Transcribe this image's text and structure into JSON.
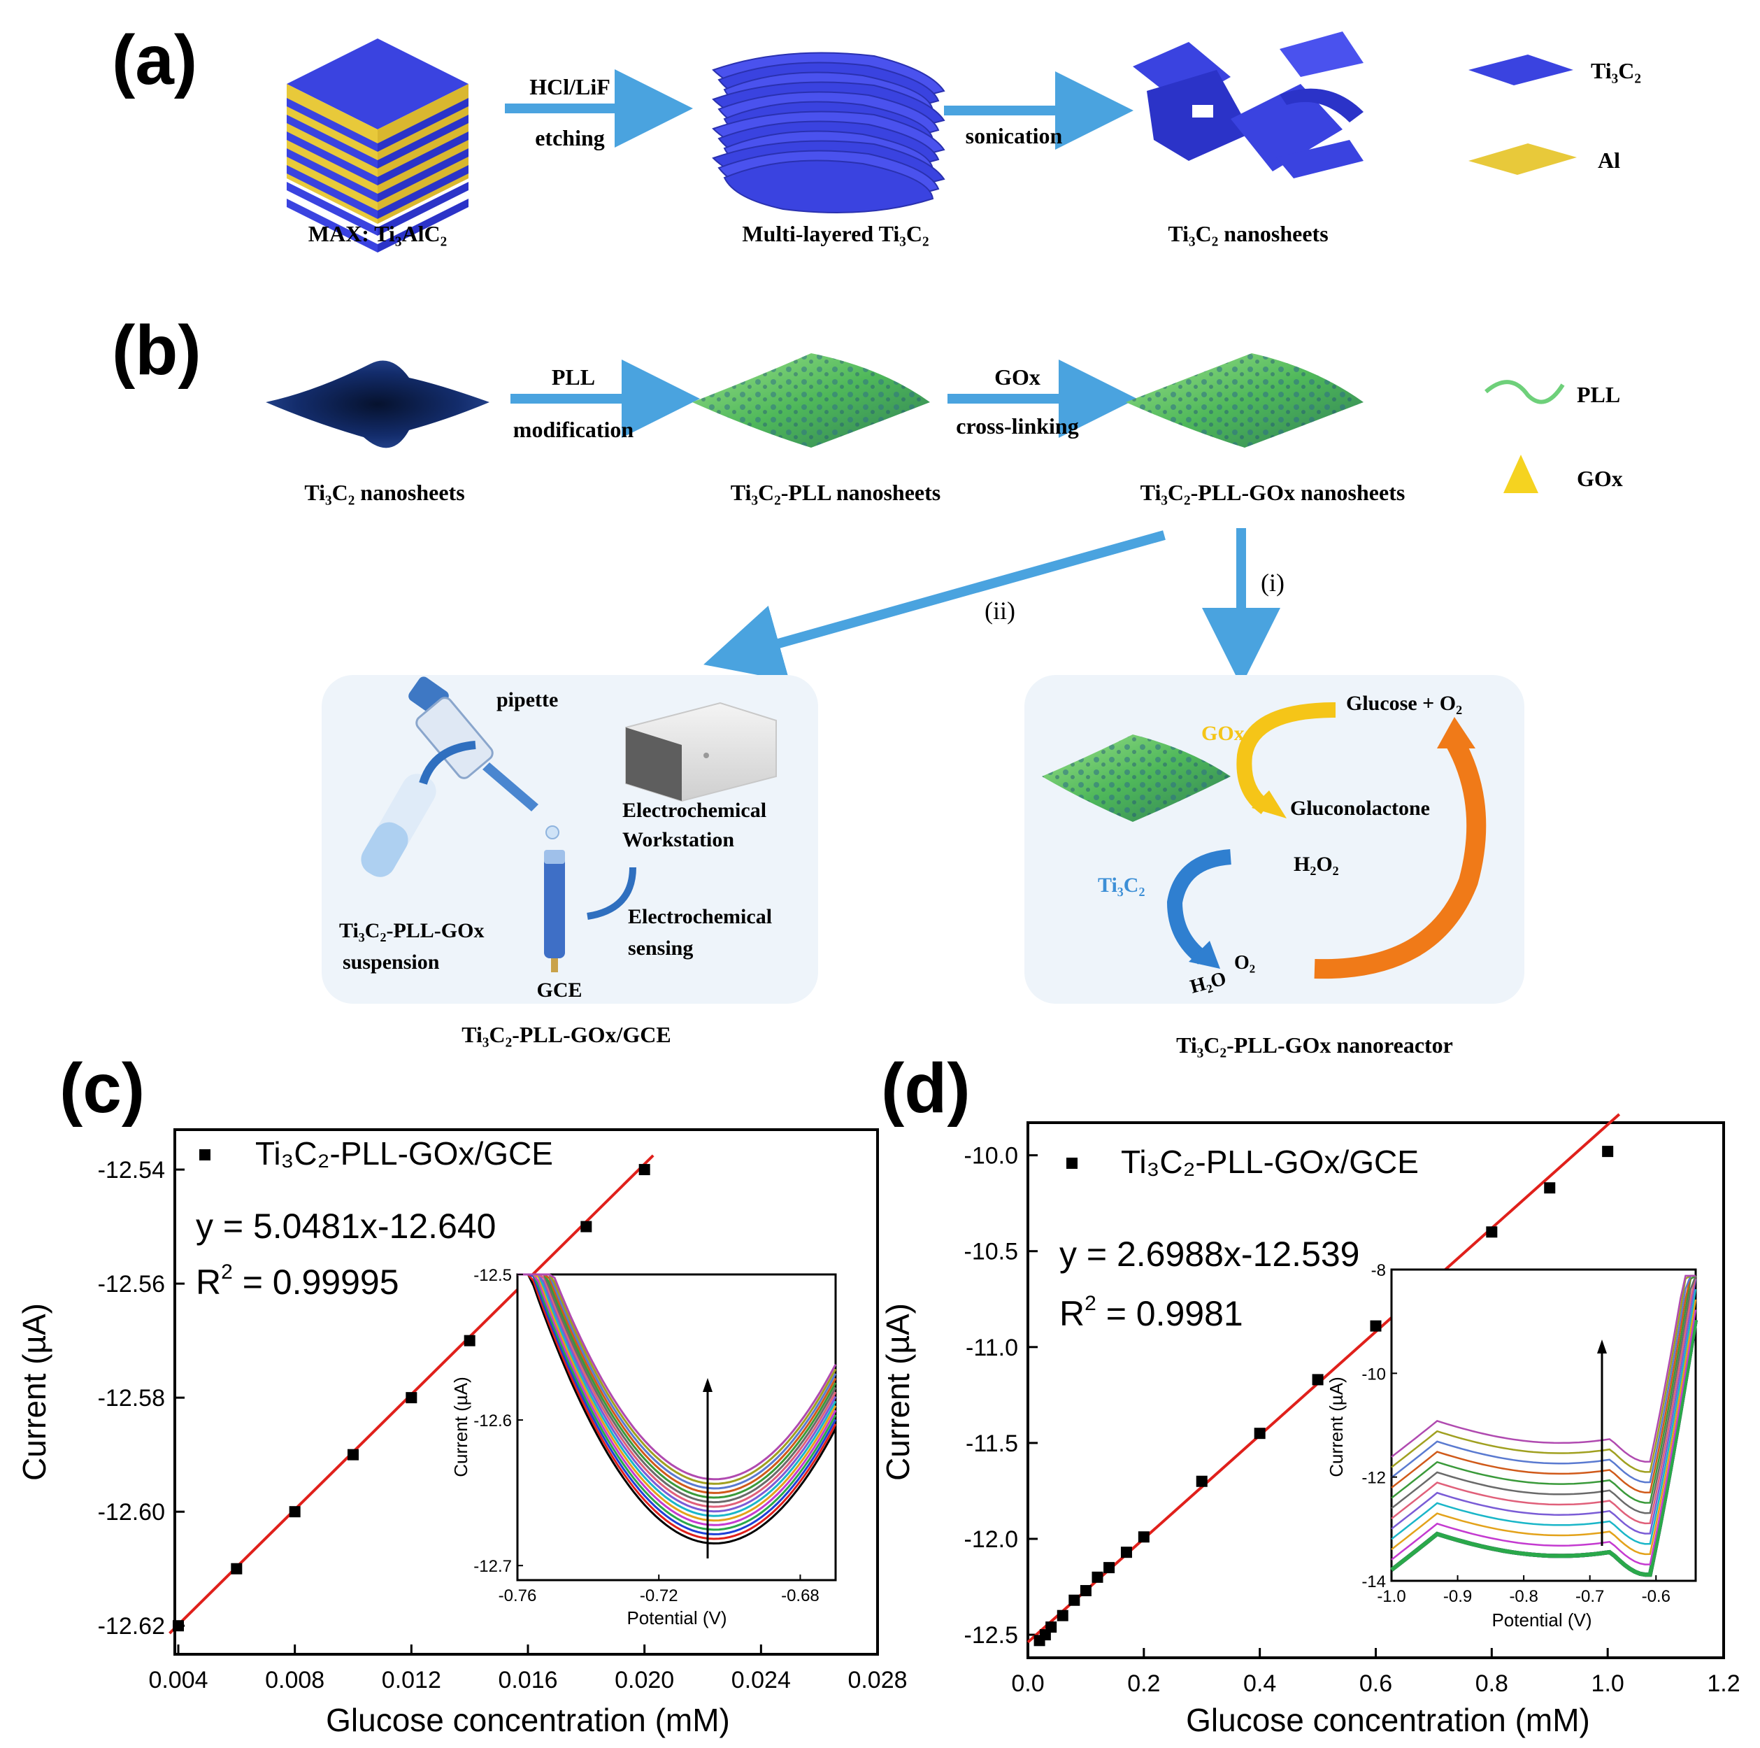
{
  "panel_a": {
    "letter": "(a)",
    "arrow1_top": "HCl/LiF",
    "arrow1_bottom": "etching",
    "arrow2": "sonication",
    "cap_max": "MAX: Ti₃AlC₂",
    "cap_multi": "Multi-layered Ti₃C₂",
    "cap_nano": "Ti₃C₂ nanosheets",
    "legend_ti": "Ti₃C₂",
    "legend_al": "Al"
  },
  "panel_b": {
    "letter": "(b)",
    "arrow1_top": "PLL",
    "arrow1_bottom": "modification",
    "arrow2_top": "GOx",
    "arrow2_bottom": "cross-linking",
    "cap1": "Ti₃C₂ nanosheets",
    "cap2": "Ti₃C₂-PLL nanosheets",
    "cap3": "Ti₃C₂-PLL-GOx nanosheets",
    "legend_pll": "PLL",
    "legend_gox": "GOx",
    "branch_ii": "(ii)",
    "branch_i": "(i)",
    "left_box": {
      "pipette": "pipette",
      "workstation_1": "Electrochemical",
      "workstation_2": "Workstation",
      "suspension_1": "Ti₃C₂-PLL-GOx",
      "suspension_2": "suspension",
      "sensing_1": "Electrochemical",
      "sensing_2": "sensing",
      "gce": "GCE",
      "caption": "Ti₃C₂-PLL-GOx/GCE"
    },
    "right_box": {
      "gox": "GOx",
      "glucose": "Glucose + O₂",
      "gluconolactone": "Gluconolactone",
      "ti3c2": "Ti₃C₂",
      "h2o2": "H₂O₂",
      "o2": "O₂",
      "h2o": "H₂O",
      "caption": "Ti₃C₂-PLL-GOx nanoreactor"
    }
  },
  "colors": {
    "arrow_blue": "#4aa3df",
    "mxene_blue": "#3a43e0",
    "al_yellow": "#e8c93a",
    "fit_red": "#e0201b",
    "orange": "#f07a18",
    "gold": "#f5c518",
    "text_blue": "#3d8fd6"
  },
  "chart_data": [
    {
      "type": "scatter",
      "letter": "(c)",
      "legend": "Ti₃C₂-PLL-GOx/GCE",
      "equation": "y = 5.0481x-12.640",
      "r2_label": "R",
      "r2_value": " = 0.99995",
      "xlabel": "Glucose concentration (mM)",
      "ylabel": "Current (µA)",
      "xlim": [
        0.004,
        0.028
      ],
      "ylim": [
        -12.625,
        -12.533
      ],
      "xticks": [
        "0.004",
        "0.008",
        "0.012",
        "0.016",
        "0.020",
        "0.024",
        "0.028"
      ],
      "yticks": [
        "-12.54",
        "-12.56",
        "-12.58",
        "-12.60",
        "-12.62"
      ],
      "x": [
        0.004,
        0.006,
        0.008,
        0.01,
        0.012,
        0.014,
        0.016,
        0.018,
        0.02
      ],
      "y": [
        -12.62,
        -12.61,
        -12.6,
        -12.59,
        -12.58,
        -12.57,
        -12.56,
        -12.55,
        -12.54
      ],
      "fit": {
        "slope": 5.0481,
        "intercept": -12.64
      },
      "inset": {
        "xlabel": "Potential (V)",
        "ylabel": "Current (µA)",
        "xlim": [
          -0.76,
          -0.67
        ],
        "ylim": [
          -12.71,
          -12.5
        ],
        "xticks": [
          "-0.76",
          "-0.72",
          "-0.68"
        ],
        "yticks": [
          "-12.5",
          "-12.6",
          "-12.7"
        ]
      }
    },
    {
      "type": "scatter",
      "letter": "(d)",
      "legend": "Ti₃C₂-PLL-GOx/GCE",
      "equation": "y = 2.6988x-12.539",
      "r2_label": "R",
      "r2_value": " = 0.9981",
      "xlabel": "Glucose concentration (mM)",
      "ylabel": "Current (µA)",
      "xlim": [
        0.0,
        1.2
      ],
      "ylim": [
        -12.62,
        -9.83
      ],
      "xticks": [
        "0.0",
        "0.2",
        "0.4",
        "0.6",
        "0.8",
        "1.0",
        "1.2"
      ],
      "yticks": [
        "-10.0",
        "-10.5",
        "-11.0",
        "-11.5",
        "-12.0",
        "-12.5"
      ],
      "x": [
        0.02,
        0.03,
        0.04,
        0.06,
        0.08,
        0.1,
        0.12,
        0.14,
        0.17,
        0.2,
        0.3,
        0.4,
        0.5,
        0.6,
        0.7,
        0.8,
        0.9,
        1.0
      ],
      "y": [
        -12.53,
        -12.5,
        -12.46,
        -12.4,
        -12.32,
        -12.27,
        -12.2,
        -12.15,
        -12.07,
        -11.99,
        -11.7,
        -11.45,
        -11.17,
        -10.89,
        -10.63,
        -10.4,
        -10.17,
        -9.98
      ],
      "fit": {
        "slope": 2.6988,
        "intercept": -12.539
      },
      "inset": {
        "xlabel": "Potential (V)",
        "ylabel": "Current (µA)",
        "xlim": [
          -1.0,
          -0.54
        ],
        "ylim": [
          -14,
          -8
        ],
        "xticks": [
          "-1.0",
          "-0.9",
          "-0.8",
          "-0.7",
          "-0.6"
        ],
        "yticks": [
          "-8",
          "-10",
          "-12",
          "-14"
        ]
      }
    }
  ]
}
